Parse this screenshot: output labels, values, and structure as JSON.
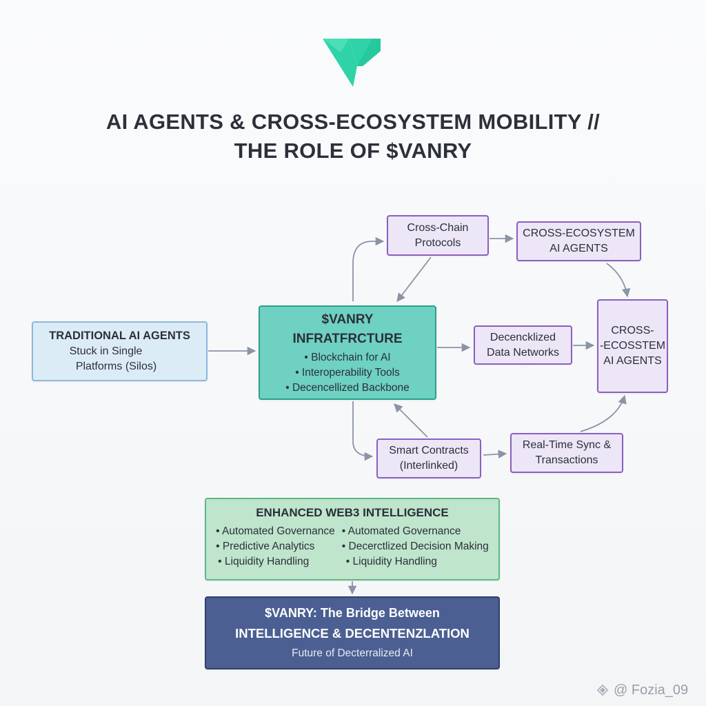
{
  "title": {
    "line1": "AI AGENTS & CROSS-ECOSYSTEM MOBILITY //",
    "line2": "THE ROLE OF $VANRY"
  },
  "nodes": {
    "traditional": {
      "title": "TRADITIONAL AI AGENTS",
      "line1": "Stuck in Single",
      "line2": "Platforms (Silos)"
    },
    "infrastructure": {
      "title1": "$VANRY",
      "title2": "INFRATFRCTURE",
      "bullets": [
        "• Blockchain for AI",
        "• Interoperability Tools",
        "• Decencellized Backbone"
      ]
    },
    "cross_chain": {
      "line1": "Cross-Chain",
      "line2": "Protocols"
    },
    "cross_ecosystem_top": {
      "line1": "CROSS-ECOSYSTEM",
      "line2": "AI AGENTS"
    },
    "data_networks": {
      "line1": "Decencklized",
      "line2": "Data Networks"
    },
    "cross_ecosystem_right": {
      "line1": "CROSS-",
      "line2": "-ECOSSTEM",
      "line3": "AI AGENTS"
    },
    "smart_contracts": {
      "line1": "Smart Contracts",
      "line2": "(Interlinked)"
    },
    "realtime": {
      "line1": "Real-Time Sync &",
      "line2": "Transactions"
    },
    "enhanced": {
      "title": "ENHANCED WEB3 INTELLIGENCE",
      "left": [
        "• Automated Governance",
        "• Predictive Analytics",
        "• Liquidity Handling"
      ],
      "right": [
        "• Automated Governance",
        "• Decerctlized Decision Making",
        "• Liquidity Handling"
      ]
    },
    "bridge": {
      "line1": "$VANRY: The Bridge Between",
      "line2": "INTELLIGENCE & DECENTENZLATION",
      "line3": "Future of Decterralized AI"
    }
  },
  "watermark": {
    "text": "@ Fozia_09",
    "icon": "binance-diamond-icon"
  },
  "logo": {
    "icon": "vanar-logo-icon",
    "color": "#2fd3a7"
  },
  "colors": {
    "purple_border": "#8c5ec0",
    "teal_fill": "#6ed1c1",
    "green_fill": "#bfe5cd",
    "navy_fill": "#4b5f92",
    "arrow": "#8a94a6"
  }
}
